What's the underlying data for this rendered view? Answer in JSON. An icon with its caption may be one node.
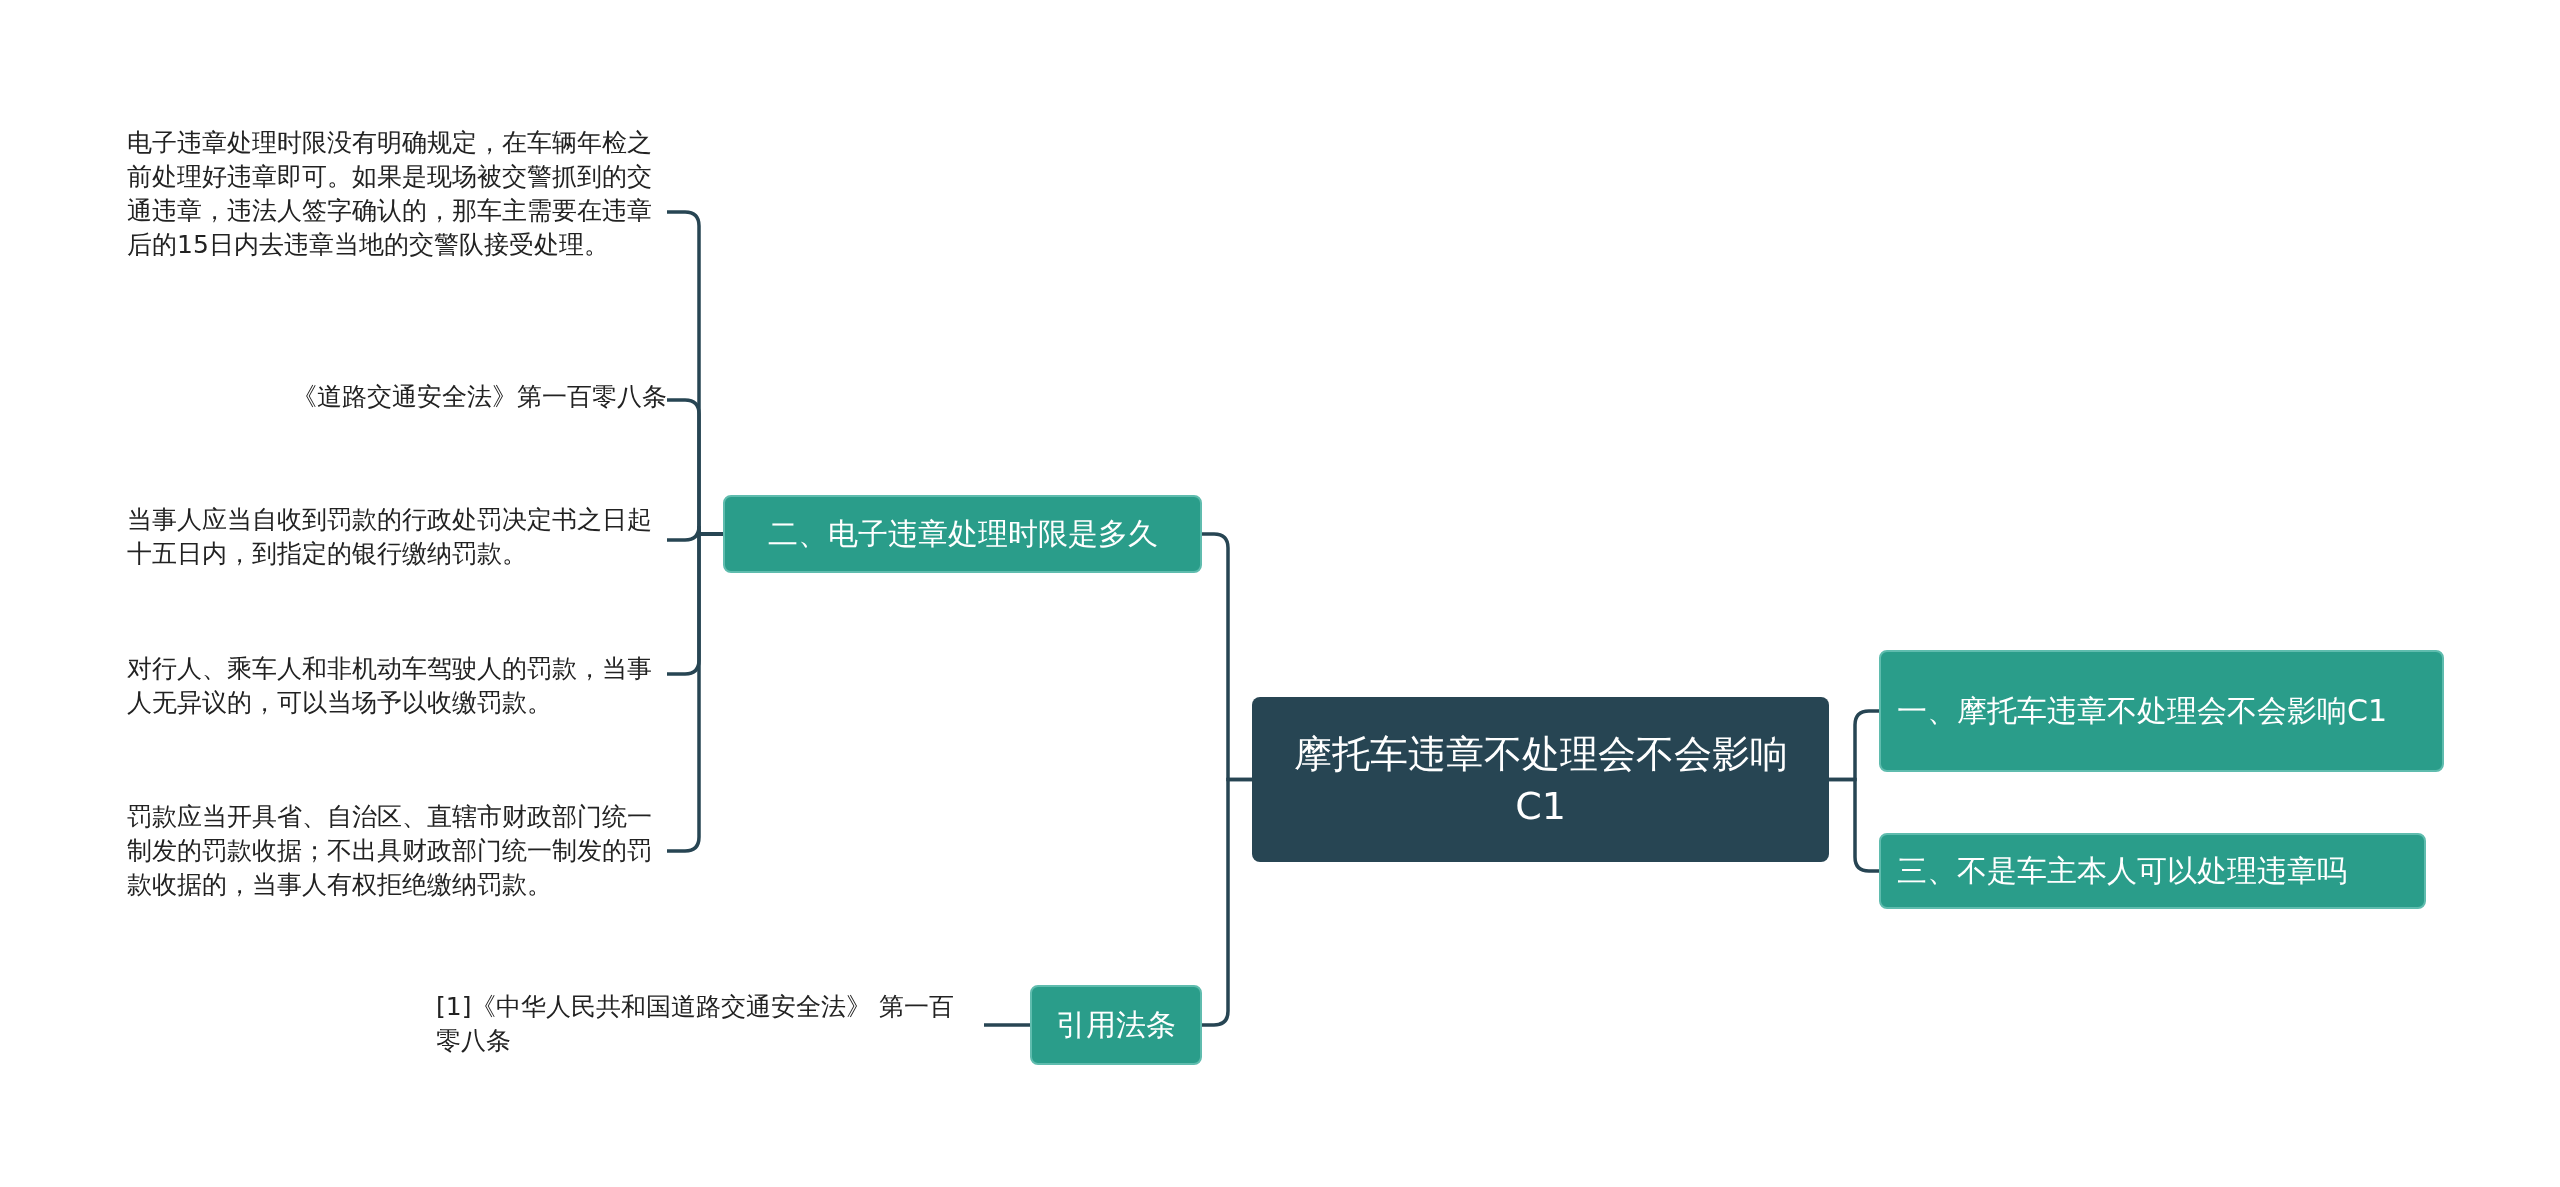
{
  "diagram": {
    "nodes": [
      {
        "text": [
          "摩托车违章不处理会不会影响C1"
        ]
      },
      {
        "text": [
          "一、摩托车违章不处理会不会影响C1"
        ]
      },
      {
        "text": [
          "三、不是车主本人可以处理违章吗"
        ]
      },
      {
        "text": [
          "二、电子违章处理时限是多久"
        ]
      },
      {
        "text": [
          "电子违章处理时限没有明确规定，在车辆年检之前处理好违章即可。如果是现场被交警抓到的交通违章，违法人签字确认的，那车主需要在违章后的15日内去违章当地的交警队接受处理。"
        ]
      },
      {
        "text": [
          "《道路交通安全法》第一百零八条"
        ]
      },
      {
        "text": [
          "当事人应当自收到罚款的行政处罚决定书之日起十五日内，到指定的银行缴纳罚款。"
        ]
      },
      {
        "text": [
          "对行人、乘车人和非机动车驾驶人的罚款，当事人无异议的，可以当场予以收缴罚款。"
        ]
      },
      {
        "text": [
          "罚款应当开具省、自治区、直辖市财政部门统一制发的罚款收据；不出具财政部门统一制发的罚款收据的，当事人有权拒绝缴纳罚款。"
        ]
      },
      {
        "text": [
          "引用法条"
        ]
      },
      {
        "text": [
          "[1]《中华人民共和国道路交通安全法》 第一百零八条"
        ]
      }
    ],
    "edges": [
      {
        "from": 0,
        "to": 1,
        "arrow": "none"
      },
      {
        "from": 0,
        "to": 2,
        "arrow": "none"
      },
      {
        "from": 0,
        "to": 3,
        "arrow": "none"
      },
      {
        "from": 0,
        "to": 9,
        "arrow": "none"
      },
      {
        "from": 3,
        "to": 4,
        "arrow": "none"
      },
      {
        "from": 3,
        "to": 5,
        "arrow": "none"
      },
      {
        "from": 3,
        "to": 6,
        "arrow": "none"
      },
      {
        "from": 3,
        "to": 7,
        "arrow": "none"
      },
      {
        "from": 3,
        "to": 8,
        "arrow": "none"
      },
      {
        "from": 9,
        "to": 10,
        "arrow": "none"
      }
    ]
  }
}
